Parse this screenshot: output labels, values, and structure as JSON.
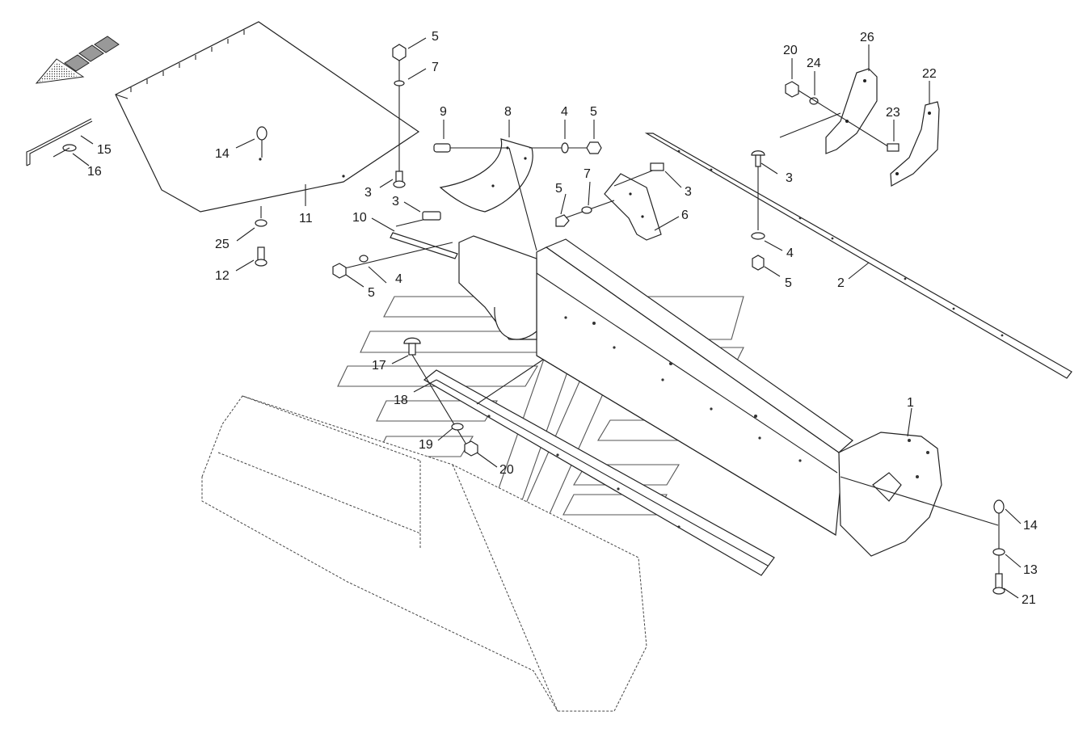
{
  "callouts": [
    {
      "id": "c5a",
      "text": "5"
    },
    {
      "id": "c7a",
      "text": "7"
    },
    {
      "id": "c9",
      "text": "9"
    },
    {
      "id": "c8",
      "text": "8"
    },
    {
      "id": "c4a",
      "text": "4"
    },
    {
      "id": "c5b",
      "text": "5"
    },
    {
      "id": "c20a",
      "text": "20"
    },
    {
      "id": "c24",
      "text": "24"
    },
    {
      "id": "c26",
      "text": "26"
    },
    {
      "id": "c22",
      "text": "22"
    },
    {
      "id": "c23",
      "text": "23"
    },
    {
      "id": "c15",
      "text": "15"
    },
    {
      "id": "c16",
      "text": "16"
    },
    {
      "id": "c14a",
      "text": "14"
    },
    {
      "id": "c3a",
      "text": "3"
    },
    {
      "id": "c11",
      "text": "11"
    },
    {
      "id": "c25",
      "text": "25"
    },
    {
      "id": "c12",
      "text": "12"
    },
    {
      "id": "c3b",
      "text": "3"
    },
    {
      "id": "c10",
      "text": "10"
    },
    {
      "id": "c7b",
      "text": "7"
    },
    {
      "id": "c5c",
      "text": "5"
    },
    {
      "id": "c3c",
      "text": "3"
    },
    {
      "id": "c6",
      "text": "6"
    },
    {
      "id": "c3d",
      "text": "3"
    },
    {
      "id": "c4b",
      "text": "4"
    },
    {
      "id": "c5d",
      "text": "5"
    },
    {
      "id": "c2",
      "text": "2"
    },
    {
      "id": "c5e",
      "text": "5"
    },
    {
      "id": "c4c",
      "text": "4"
    },
    {
      "id": "c17",
      "text": "17"
    },
    {
      "id": "c18",
      "text": "18"
    },
    {
      "id": "c19",
      "text": "19"
    },
    {
      "id": "c20b",
      "text": "20"
    },
    {
      "id": "c1",
      "text": "1"
    },
    {
      "id": "c14b",
      "text": "14"
    },
    {
      "id": "c13",
      "text": "13"
    },
    {
      "id": "c21",
      "text": "21"
    }
  ],
  "colors": {
    "line": "#222222",
    "background": "#ffffff",
    "watermark": "#555555"
  }
}
